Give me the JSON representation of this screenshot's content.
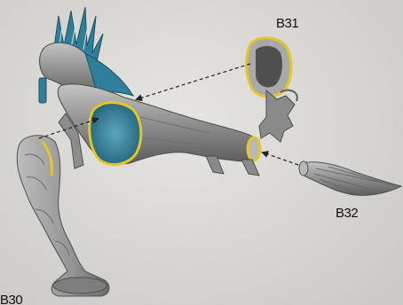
{
  "labels": {
    "b30": "B30",
    "b31": "B31",
    "b32": "B32"
  },
  "colors": {
    "background": "#d8d7d3",
    "metal": "#9c9c9c",
    "metal_dark": "#5e5e5e",
    "accent_blue": "#2f7f9a",
    "accent_yellow": "#e2c62a",
    "arrow": "#222222"
  }
}
